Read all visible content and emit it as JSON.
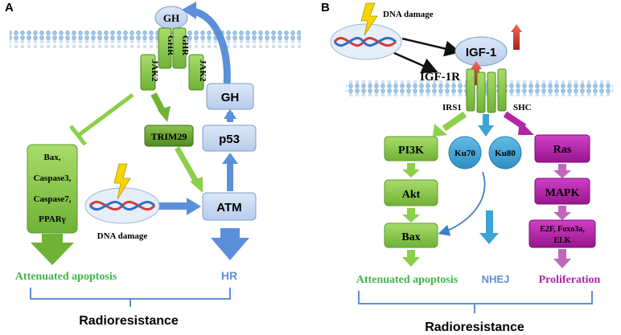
{
  "panel_a": {
    "label": "A",
    "gh_top": "GH",
    "ghr_left": "GHR",
    "ghr_right": "GHR",
    "jak2_left": "JAK2",
    "jak2_right": "JAK2",
    "trim29": "TRIM29",
    "gh_box": "GH",
    "p53": "p53",
    "atm": "ATM",
    "proteins": [
      "Bax,",
      "Caspase3,",
      "Caspase7,",
      "PPARγ"
    ],
    "dna_damage": "DNA damage",
    "attenuated": "Attenuated apoptosis",
    "hr": "HR",
    "radioresistance": "Radioresistance"
  },
  "panel_b": {
    "label": "B",
    "dna_damage": "DNA damage",
    "igf1": "IGF-1",
    "igf1r": "IGF-1R",
    "irs1": "IRS1",
    "shc": "SHC",
    "pi3k": "PI3K",
    "akt": "Akt",
    "bax": "Bax",
    "ku70": "Ku70",
    "ku80": "Ku80",
    "ras": "Ras",
    "mapk": "MAPK",
    "targets": [
      "E2F, Foxo3a,",
      "ELK"
    ],
    "attenuated": "Attenuated apoptosis",
    "nhej": "NHEJ",
    "proliferation": "Proliferation",
    "radioresistance": "Radioresistance"
  },
  "colors": {
    "green_box": "#8ccf4a",
    "blue_box": "#c5d9f1",
    "blue_arrow": "#5b8fd9",
    "magenta": "#b224a8",
    "green_text": "#3fb54a",
    "blue_text": "#5f8fd8",
    "ku_blue": "#3ba3d6"
  }
}
